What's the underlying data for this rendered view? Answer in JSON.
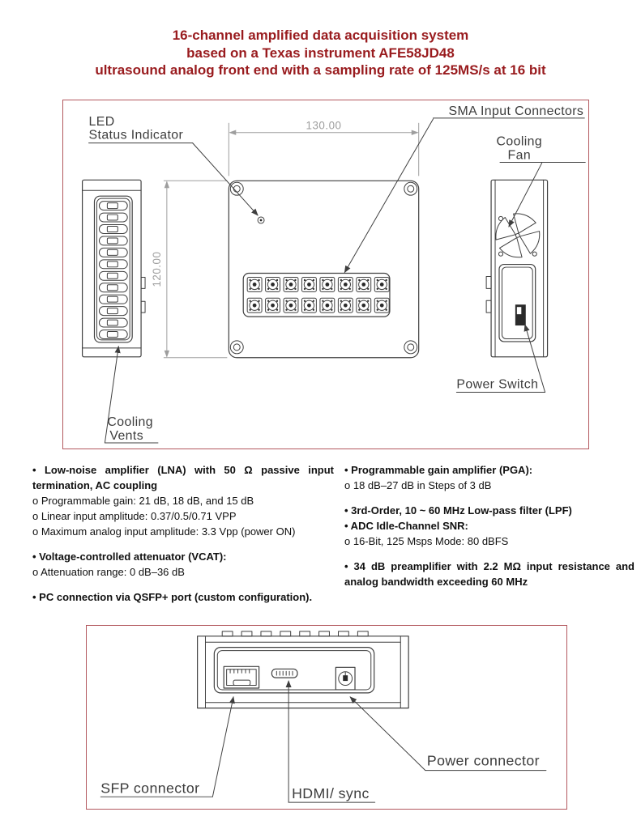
{
  "page": {
    "background": "#ffffff",
    "accent_red": "#991b1e",
    "panel_border_red": "#b3585e",
    "cad_line_color": "#3f3f3f",
    "dimension_color": "#9e9e9e"
  },
  "title": {
    "line1": "16-channel amplified data acquisition system",
    "line2": "based on a Texas instrument AFE58JD48",
    "line3": "ultrasound analog front end with a sampling rate of 125MS/s at 16 bit"
  },
  "top_diagram": {
    "labels": {
      "led_line1": "LED",
      "led_line2": "Status Indicator",
      "sma": "SMA Input Connectors",
      "cooling_fan_line1": "Cooling",
      "cooling_fan_line2": "Fan",
      "power_switch": "Power Switch",
      "cooling_vents_line1": "Cooling",
      "cooling_vents_line2": "Vents"
    },
    "dimensions": {
      "width_mm": "130.00",
      "height_mm": "120.00"
    },
    "sma_grid": {
      "rows": 2,
      "cols": 8
    },
    "vent_slots": 12,
    "fan_blades": 4
  },
  "bottom_diagram": {
    "labels": {
      "sfp": "SFP connector",
      "hdmi": "HDMI/ sync",
      "power": "Power connector"
    },
    "top_bumps": 8
  },
  "specs": {
    "left": [
      {
        "style": "b",
        "text": "• Low-noise amplifier (LNA) with 50 Ω passive input termination, AC coupling"
      },
      {
        "style": "s",
        "text": "o Programmable gain: 21 dB, 18 dB, and 15 dB"
      },
      {
        "style": "s",
        "text": "o Linear input amplitude: 0.37/0.5/0.71 VPP"
      },
      {
        "style": "s",
        "text": "o Maximum analog input amplitude: 3.3 Vpp (power ON)"
      },
      {
        "style": "b",
        "gap": true,
        "text": "• Voltage-controlled attenuator (VCAT):"
      },
      {
        "style": "s",
        "text": "o Attenuation range: 0 dB–36 dB"
      },
      {
        "style": "b nowrap",
        "gap": true,
        "text": "• PC connection via QSFP+ port (custom configuration)."
      }
    ],
    "right": [
      {
        "style": "b",
        "text": "• Programmable gain amplifier (PGA):"
      },
      {
        "style": "s",
        "text": "o 18 dB–27 dB in Steps of 3 dB"
      },
      {
        "style": "b",
        "gap": true,
        "text": "• 3rd-Order, 10 ~ 60 MHz Low-pass filter (LPF)"
      },
      {
        "style": "b",
        "text": "• ADC Idle-Channel SNR:"
      },
      {
        "style": "s",
        "text": "o 16-Bit, 125 Msps Mode: 80 dBFS"
      },
      {
        "style": "b",
        "gap": true,
        "text": "• 34 dB preamplifier with 2.2 MΩ input resistance and analog bandwidth exceeding 60 MHz"
      }
    ]
  }
}
